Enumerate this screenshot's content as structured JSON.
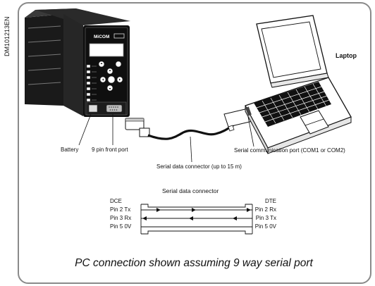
{
  "doc_id": "DM101213EN",
  "device": {
    "brand": "MiCOM"
  },
  "labels": {
    "laptop": "Laptop",
    "battery": "Battery",
    "front_port": "9 pin front port",
    "serial_connector": "Serial data connector (up to 15 m)",
    "comm_port": "Serial communication port (COM1 or COM2)"
  },
  "wiring": {
    "title": "Serial data connector",
    "left_header": "DCE",
    "right_header": "DTE",
    "left_pins": [
      "Pin 2 Tx",
      "Pin 3 Rx",
      "Pin 5 0V"
    ],
    "right_pins": [
      "Pin 2 Rx",
      "Pin 3 Tx",
      "Pin 5 0V"
    ]
  },
  "caption": "PC connection shown assuming 9 way serial port"
}
